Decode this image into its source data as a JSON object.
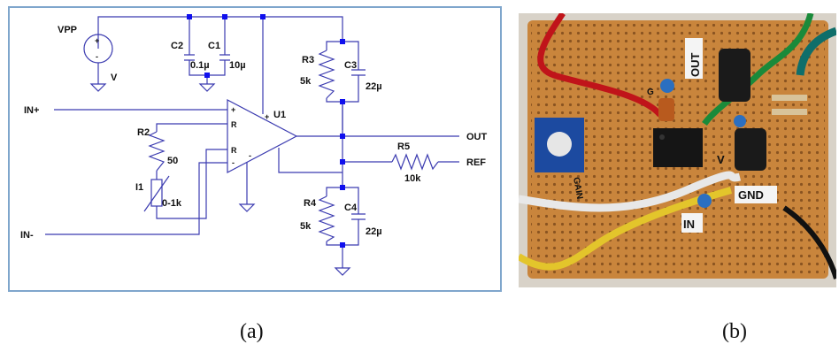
{
  "captions": {
    "a": "(a)",
    "b": "(b)"
  },
  "schematic": {
    "labels": {
      "vpp": "VPP",
      "v_source": "V",
      "c2": "C2",
      "c2_value": "0.1µ",
      "c1": "C1",
      "c1_value": "10µ",
      "r3": "R3",
      "r3_value": "5k",
      "c3": "C3",
      "c3_value": "22µ",
      "in_plus": "IN+",
      "r2": "R2",
      "r2_value": "50",
      "u1": "U1",
      "out": "OUT",
      "r5": "R5",
      "r5_value": "10k",
      "ref": "REF",
      "i1": "I1",
      "i1_value": "0-1k",
      "r4": "R4",
      "r4_value": "5k",
      "c4": "C4",
      "c4_value": "22µ",
      "in_minus": "IN-",
      "pin_plus": "+",
      "pin_minus": "-",
      "pin_r_top": "R",
      "pin_r_bottom": "R",
      "supply_plus": "+",
      "supply_minus": "-"
    }
  },
  "photo": {
    "labels": {
      "out": "OUT",
      "gnd": "GND",
      "in": "IN",
      "v": "V",
      "g": "G",
      "gain": "GAIN"
    }
  },
  "colors": {
    "wire": "#3b3bb0",
    "dot": "#1010ee",
    "panel_border": "#7fa6cc",
    "board": "#c9853c",
    "chip": "#151515"
  }
}
